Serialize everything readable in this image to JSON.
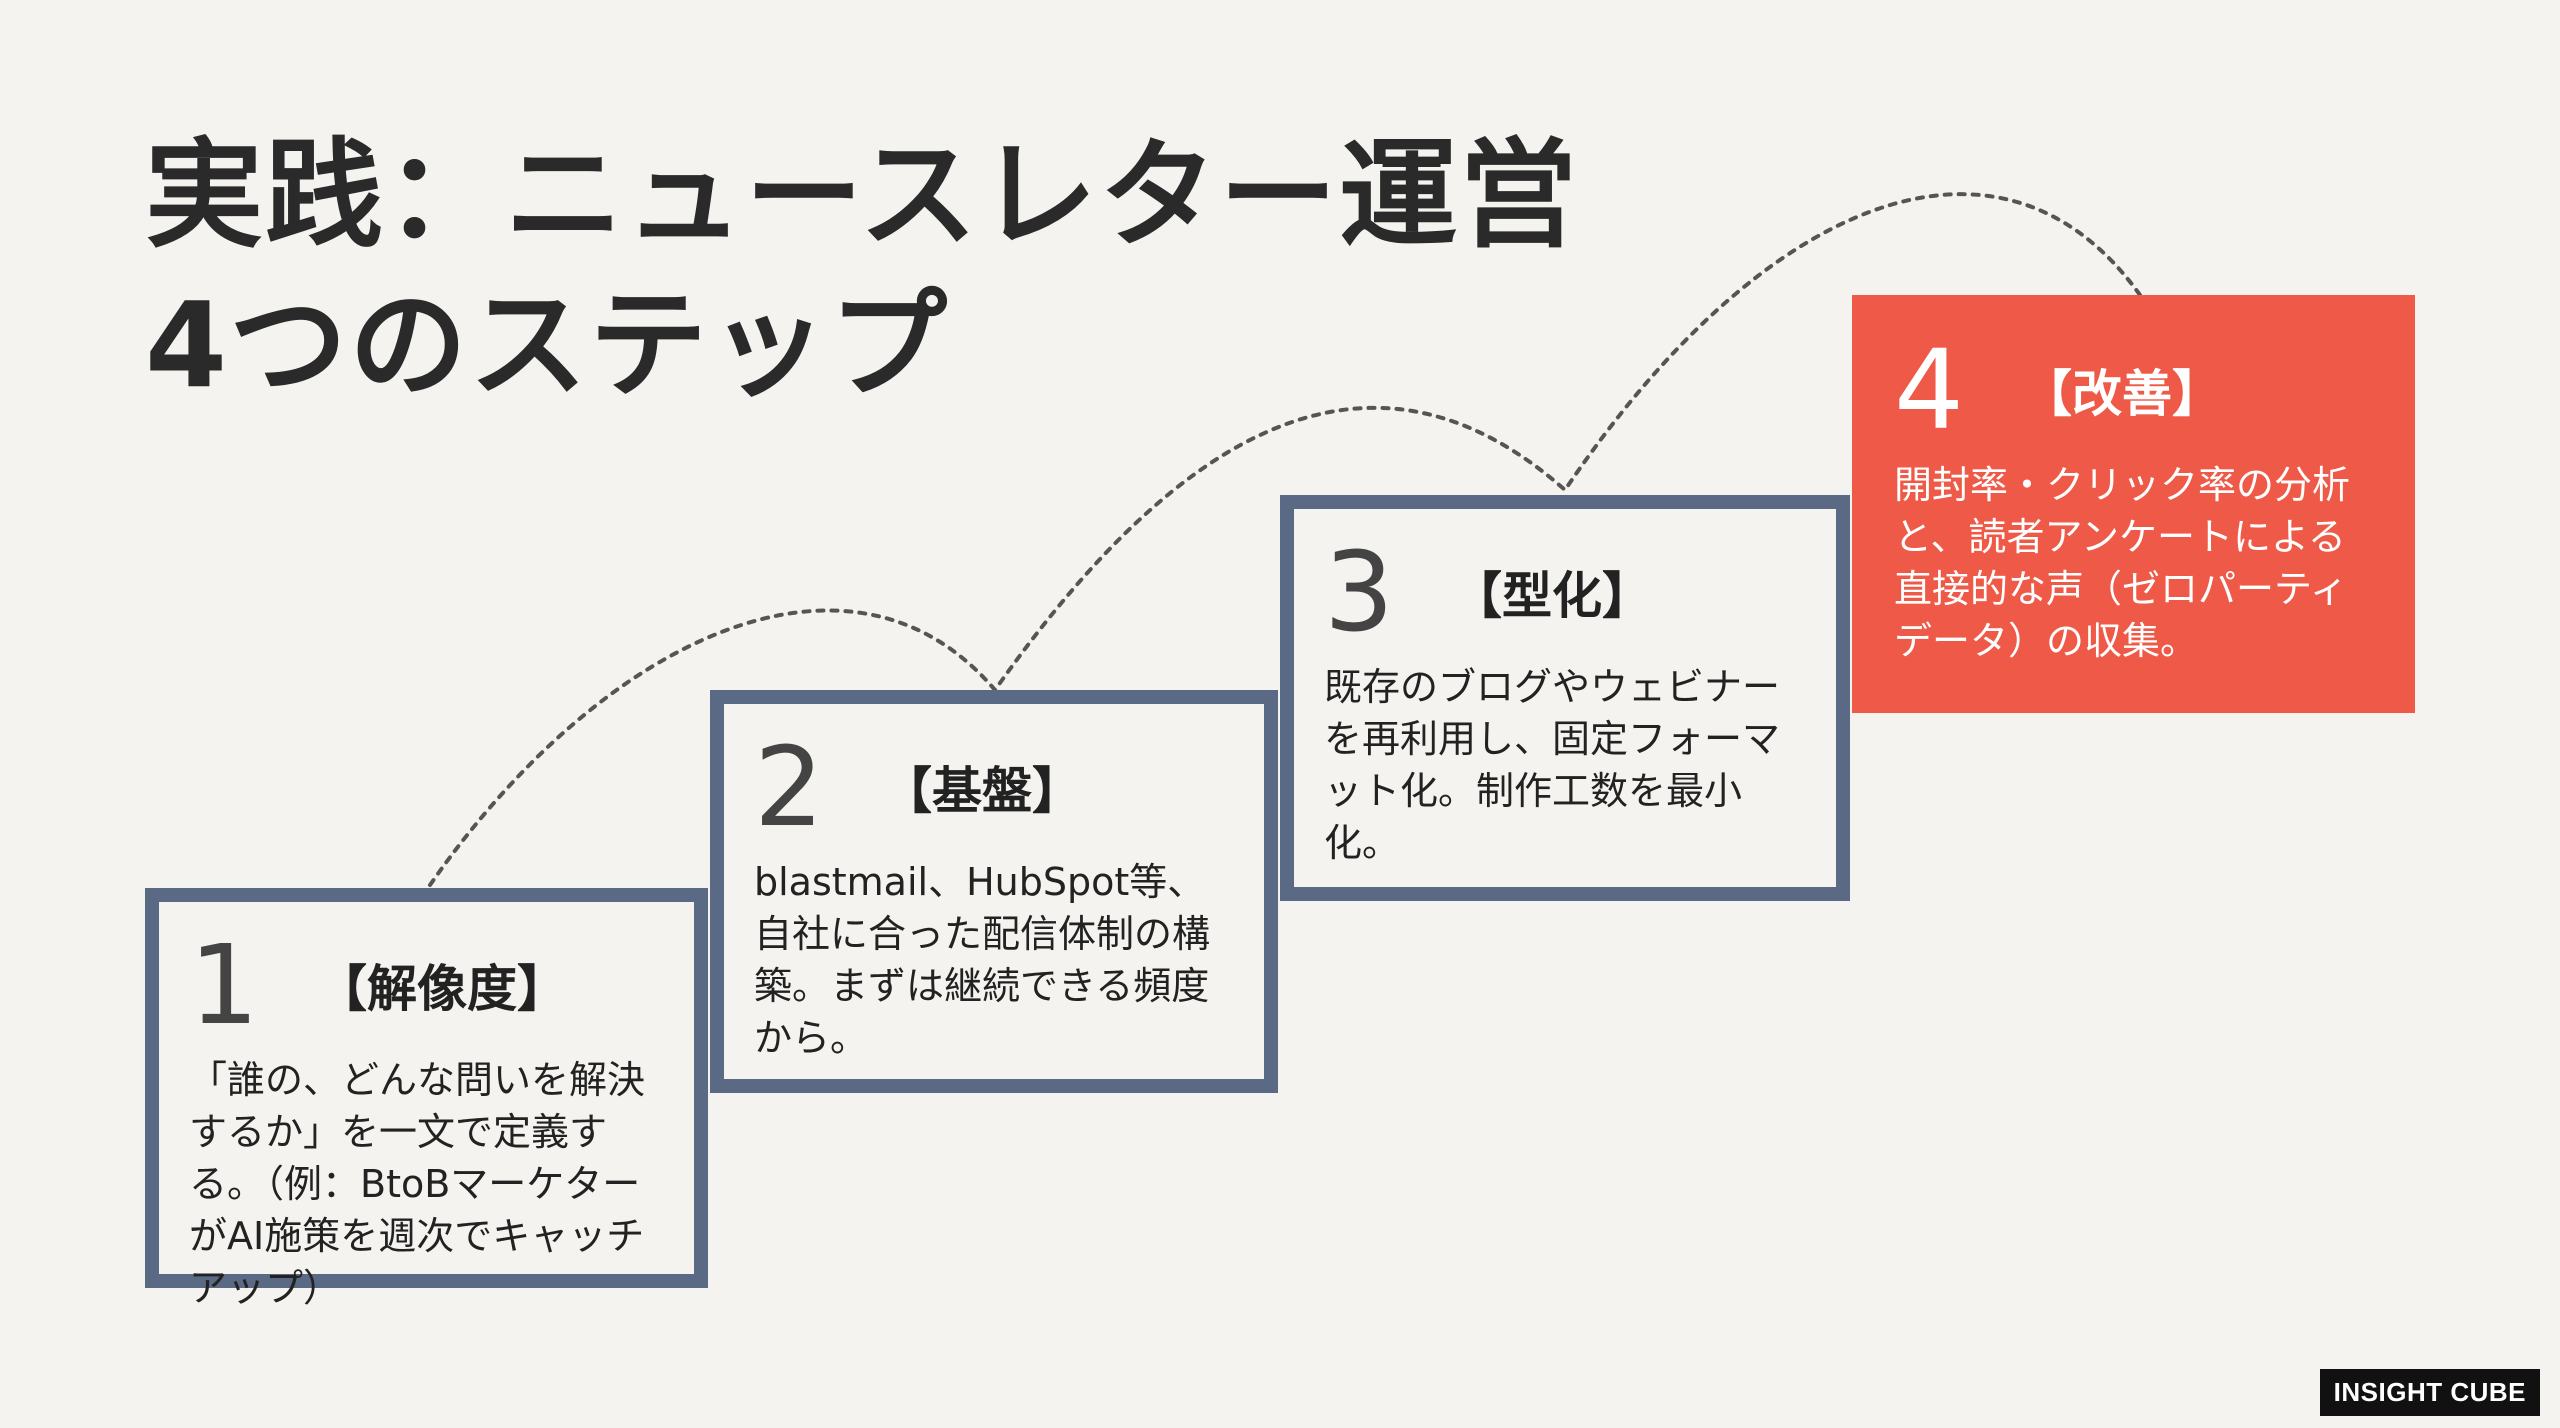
{
  "title": {
    "line1": "実践：ニュースレター運営",
    "line2": "4つのステップ"
  },
  "steps": [
    {
      "number": "1",
      "label": "【解像度】",
      "body": "「誰の、どんな問いを解決するか」を一文で定義する。（例：BtoBマーケターがAI施策を週次でキャッチアップ）"
    },
    {
      "number": "2",
      "label": "【基盤】",
      "body": "blastmail、HubSpot等、自社に合った配信体制の構築。まずは継続できる頻度から。"
    },
    {
      "number": "3",
      "label": "【型化】",
      "body": "既存のブログやウェビナーを再利用し、固定フォーマット化。制作工数を最小化。"
    },
    {
      "number": "4",
      "label": "【改善】",
      "body": "開封率・クリック率の分析と、読者アンケートによる直接的な声（ゼロパーティデータ）の収集。"
    }
  ],
  "brand": "INSIGHT CUBE",
  "colors": {
    "background": "#f4f3ef",
    "step_border": "#5a6a85",
    "accent": "#ef5a48"
  }
}
